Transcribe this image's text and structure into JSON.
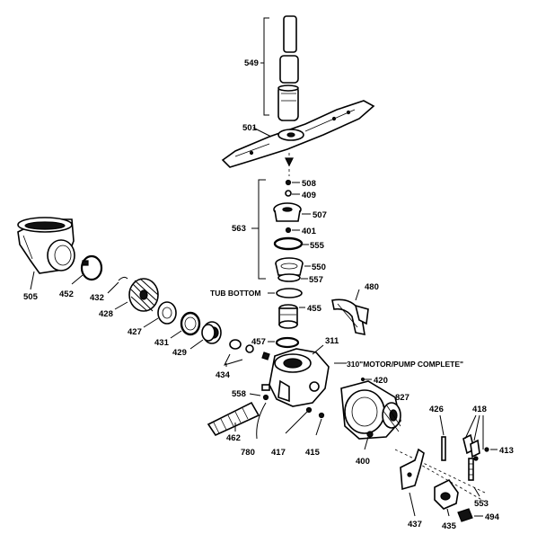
{
  "labels": {
    "p549": "549",
    "p501": "501",
    "p508": "508",
    "p409": "409",
    "p507": "507",
    "p563": "563",
    "p401": "401",
    "p555": "555",
    "p550": "550",
    "p557": "557",
    "tub_bottom": "TUB BOTTOM",
    "p455": "455",
    "p480": "480",
    "p505": "505",
    "p452": "452",
    "p432": "432",
    "p428": "428",
    "p427": "427",
    "p431": "431",
    "p429": "429",
    "p457": "457",
    "p311": "311",
    "p310": "310\"MOTOR/PUMP COMPLETE\"",
    "p434": "434",
    "p420": "420",
    "p827": "827",
    "p558": "558",
    "p426": "426",
    "p418": "418",
    "p413": "413",
    "p462": "462",
    "p780": "780",
    "p417": "417",
    "p415": "415",
    "p400": "400",
    "p553": "553",
    "p437": "437",
    "p435": "435",
    "p494": "494"
  }
}
